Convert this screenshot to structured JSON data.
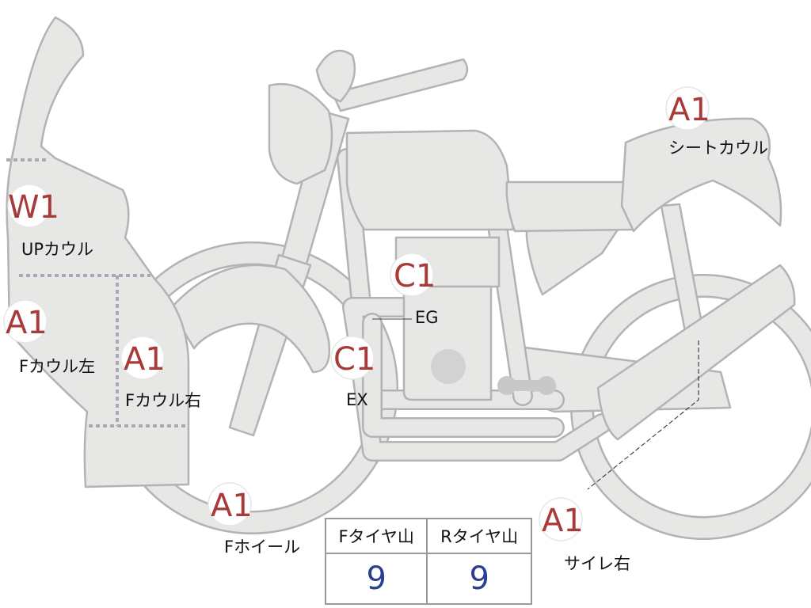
{
  "parts": [
    {
      "id": "up-cowl",
      "grade": "W1",
      "label": "UPカウル"
    },
    {
      "id": "f-cowl-left",
      "grade": "A1",
      "label": "Fカウル左"
    },
    {
      "id": "f-cowl-right",
      "grade": "A1",
      "label": "Fカウル右"
    },
    {
      "id": "f-wheel",
      "grade": "A1",
      "label": "Fホイール"
    },
    {
      "id": "engine",
      "grade": "C1",
      "label": "EG"
    },
    {
      "id": "exhaust",
      "grade": "C1",
      "label": "EX"
    },
    {
      "id": "seat-cowl",
      "grade": "A1",
      "label": "シートカウル"
    },
    {
      "id": "muffler-right",
      "grade": "A1",
      "label": "サイレ右"
    }
  ],
  "tire_table": {
    "headers": [
      "Fタイヤ山",
      "Rタイヤ山"
    ],
    "values": [
      "9",
      "9"
    ]
  },
  "colors": {
    "grade_text": "#a83a3a",
    "table_value_text": "#2b3f8f",
    "part_fill": "#e7e7e5",
    "part_stroke": "#b3b3b3",
    "divider_dots": "#a8a8b8"
  }
}
